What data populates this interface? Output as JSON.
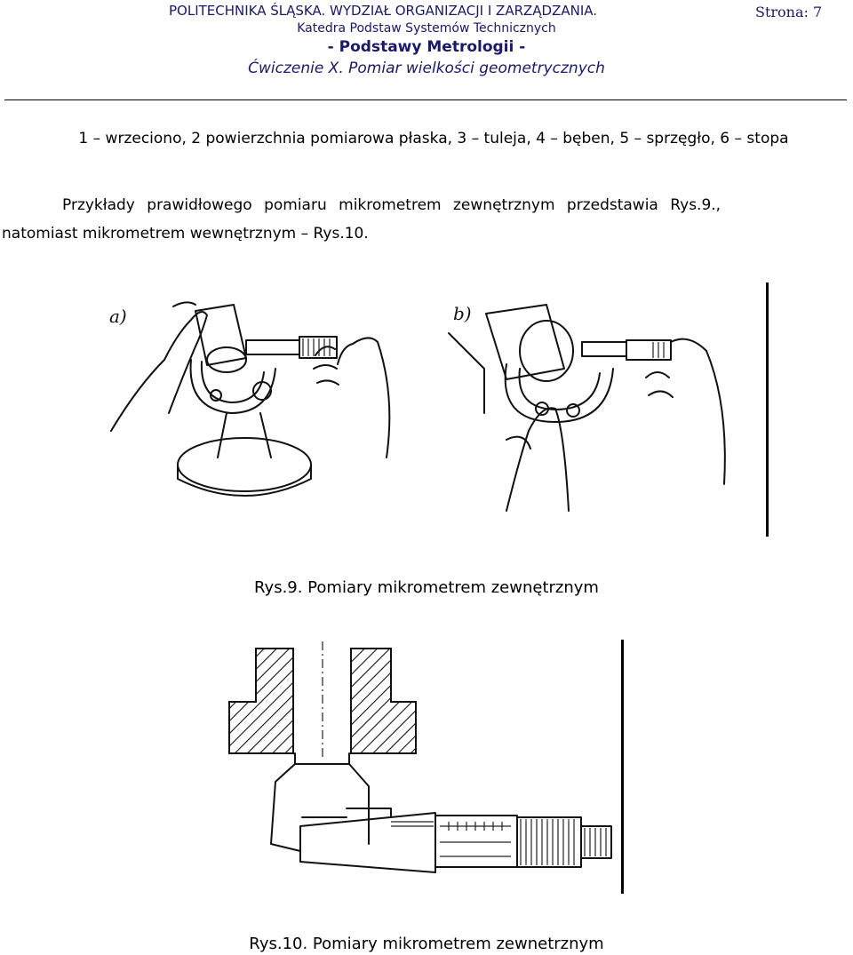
{
  "header": {
    "institution": "POLITECHNIKA ŚLĄSKA. WYDZIAŁ ORGANIZACJI I ZARZĄDZANIA.",
    "page_label": "Strona: 7",
    "department": "Katedra Podstaw Systemów Technicznych",
    "course": "- Podstawy Metrologii -",
    "exercise": "Ćwiczenie X. Pomiar wielkości geometrycznych"
  },
  "legend_text": "1 – wrzeciono, 2 powierzchnia pomiarowa płaska, 3 – tuleja, 4 – bęben, 5 – sprzęgło, 6 – stopa",
  "paragraph": {
    "line1": "Przykłady prawidłowego pomiaru mikrometrem zewnętrznym przedstawia Rys.9.,",
    "line2": "natomiast mikrometrem wewnętrznym – Rys.10."
  },
  "figure9": {
    "label_a": "a)",
    "label_b": "b)",
    "caption": "Rys.9. Pomiary mikrometrem zewnętrznym"
  },
  "figure10": {
    "caption": "Rys.10. Pomiary mikrometrem zewnetrznym"
  }
}
